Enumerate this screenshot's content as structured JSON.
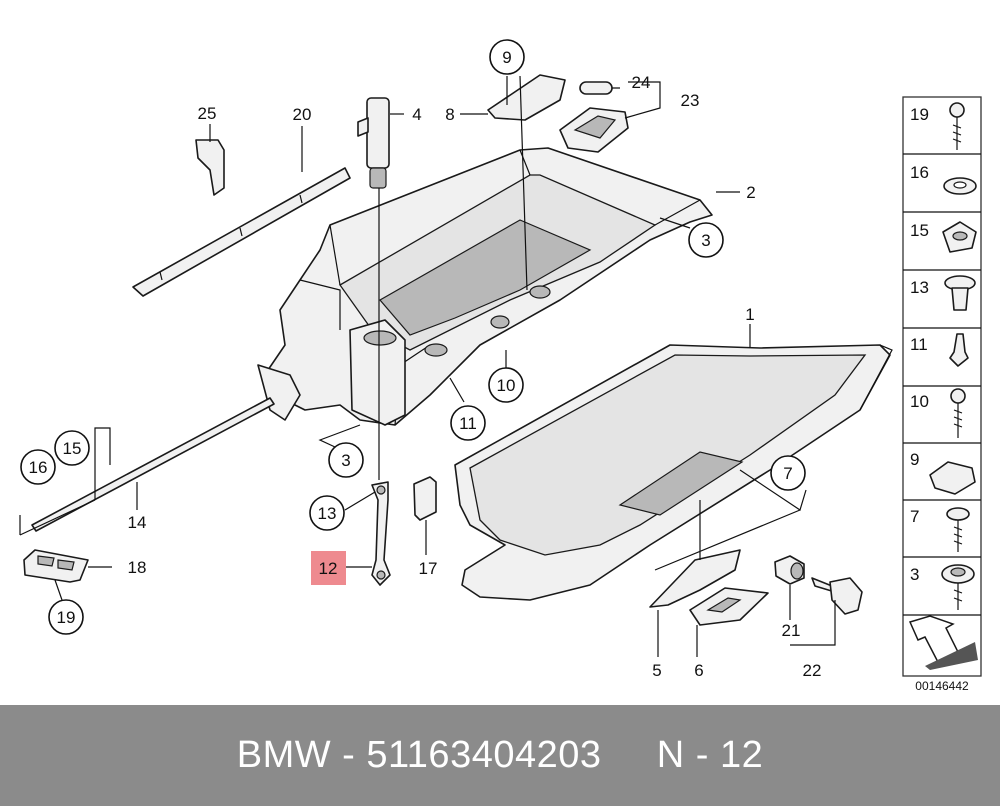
{
  "callouts": {
    "n1": "1",
    "n2": "2",
    "n3a": "3",
    "n3b": "3",
    "n4": "4",
    "n5": "5",
    "n6": "6",
    "n7": "7",
    "n8": "8",
    "n9": "9",
    "n10": "10",
    "n11": "11",
    "n12": "12",
    "n13": "13",
    "n14": "14",
    "n15": "15",
    "n16": "16",
    "n17": "17",
    "n18": "18",
    "n19": "19",
    "n20": "20",
    "n21": "21",
    "n22": "22",
    "n23": "23",
    "n24": "24",
    "n25": "25"
  },
  "legend": {
    "items": [
      "19",
      "16",
      "15",
      "13",
      "11",
      "10",
      "9",
      "7",
      "3"
    ]
  },
  "diagram_code": "00146442",
  "highlight_part": "12",
  "highlight_color": "#ee8a8f",
  "footer": {
    "text": "BMW - 51163404203     N - 12",
    "background": "#8b8b8b"
  }
}
